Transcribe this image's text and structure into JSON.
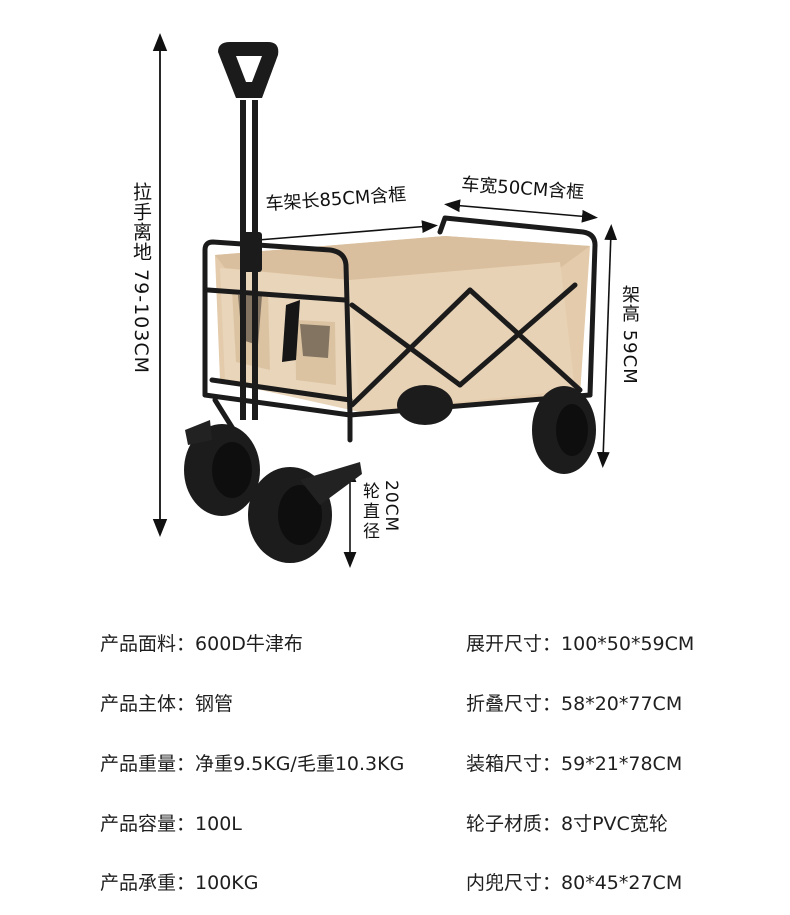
{
  "dimensions": {
    "handle_height": "拉手离地 79-103CM",
    "frame_length": "车架长85CM含框",
    "frame_width": "车宽50CM含框",
    "frame_height": "架高 59CM",
    "wheel_diameter_value": "20CM",
    "wheel_diameter_label": "轮直径"
  },
  "colors": {
    "fabric": "#e6cfb2",
    "fabric_shadow": "#d4bb9b",
    "frame": "#1b1b1b",
    "text": "#1f1f1f"
  },
  "specs": {
    "left": [
      {
        "label": "产品面料：",
        "value": "600D牛津布"
      },
      {
        "label": "产品主体：",
        "value": "钢管"
      },
      {
        "label": "产品重量：",
        "value": "净重9.5KG/毛重10.3KG"
      },
      {
        "label": "产品容量：",
        "value": "100L"
      },
      {
        "label": "产品承重：",
        "value": "100KG"
      }
    ],
    "right": [
      {
        "label": "展开尺寸：",
        "value": "100*50*59CM"
      },
      {
        "label": "折叠尺寸：",
        "value": "58*20*77CM"
      },
      {
        "label": "装箱尺寸：",
        "value": "59*21*78CM"
      },
      {
        "label": "轮子材质：",
        "value": "8寸PVC宽轮"
      },
      {
        "label": "内兜尺寸：",
        "value": "80*45*27CM"
      }
    ]
  }
}
